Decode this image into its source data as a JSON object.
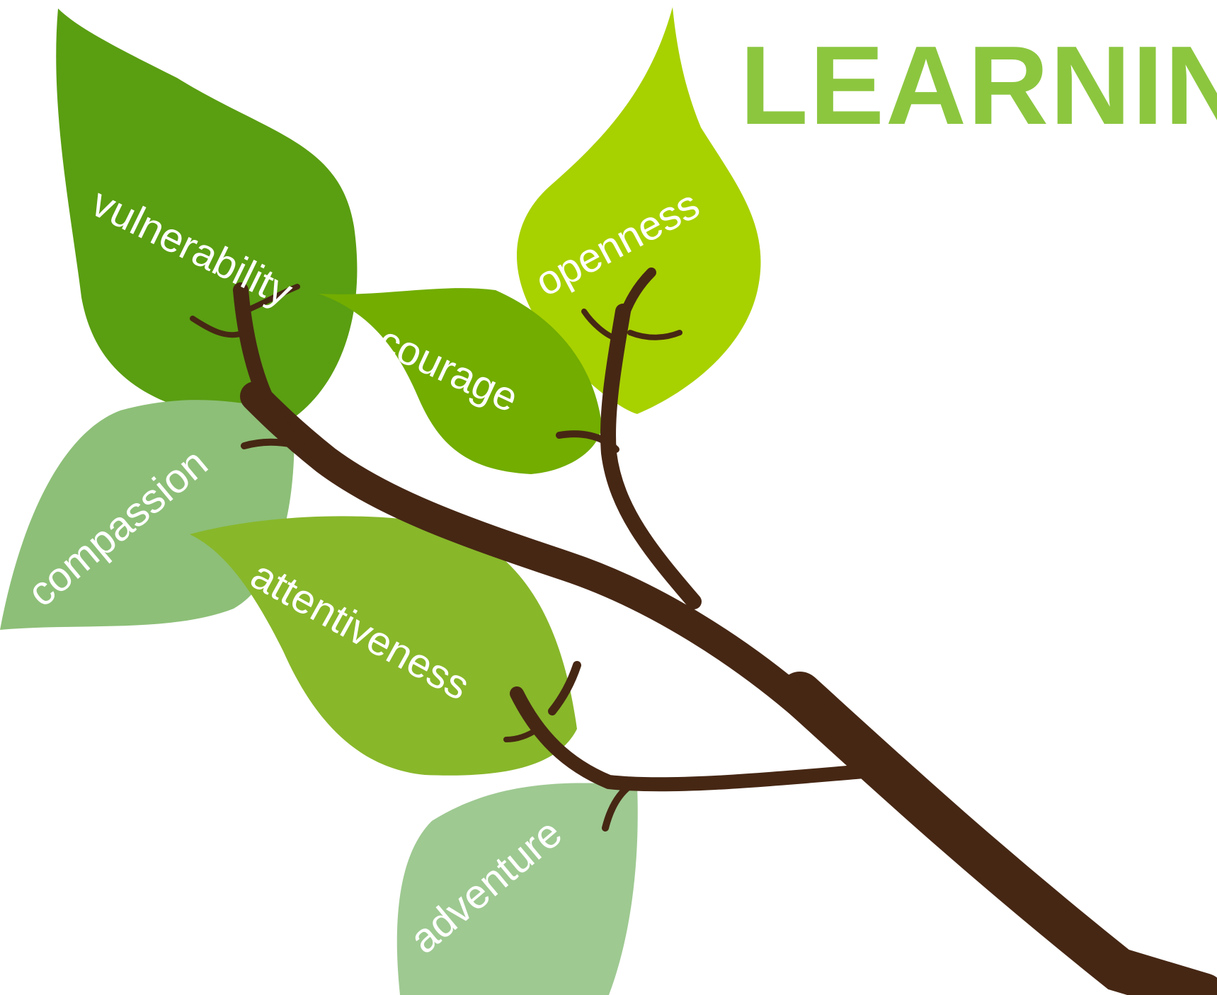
{
  "title": {
    "text": "LEARNIN",
    "color": "#8cc63f"
  },
  "leaves": [
    {
      "key": "vulnerability",
      "label": "vulnerability",
      "color": "#5a9e12"
    },
    {
      "key": "openness",
      "label": "openness",
      "color": "#a8d100"
    },
    {
      "key": "courage",
      "label": "courage",
      "color": "#72ad00"
    },
    {
      "key": "compassion",
      "label": "compassion",
      "color": "#8dbf78"
    },
    {
      "key": "attentiveness",
      "label": "attentiveness",
      "color": "#88b72a"
    },
    {
      "key": "adventure",
      "label": "adventure",
      "color": "#9ec991"
    }
  ],
  "branch": {
    "color": "#462714"
  }
}
